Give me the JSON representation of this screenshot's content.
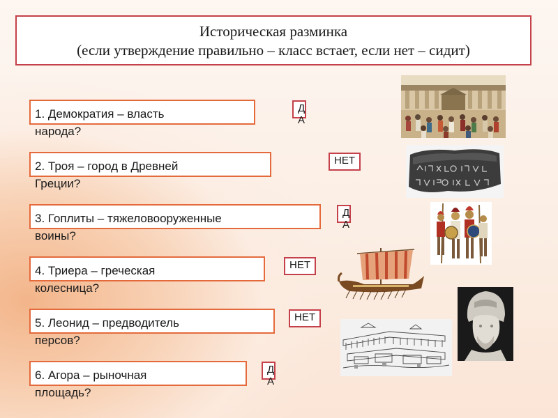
{
  "header": {
    "line1": "Историческая разминка",
    "line2": "(если утверждение правильно – класс встает, если нет – сидит)"
  },
  "questions": [
    {
      "line1": "1. Демократия – власть",
      "line2": "народа?",
      "answer": "ДА"
    },
    {
      "line1": "2. Троя – город в Древней",
      "line2": "Греции?",
      "answer": "НЕТ"
    },
    {
      "line1": "3. Гоплиты – тяжеловооруженные",
      "line2": "воины?",
      "answer": "ДА"
    },
    {
      "line1": "4. Триера – греческая",
      "line2": "колесница?",
      "answer": "НЕТ"
    },
    {
      "line1": "5. Леонид – предводитель",
      "line2": "персов?",
      "answer": "НЕТ"
    },
    {
      "line1": "6. Агора – рыночная",
      "line2": "площадь?",
      "answer": "ДА"
    }
  ],
  "colors": {
    "title_border": "#c4404a",
    "question_border": "#e46a3c",
    "answer_border": "#c4404a"
  },
  "images": [
    "agora-crowd-image",
    "inscription-fragment-image",
    "hoplite-warriors-image",
    "trireme-ship-image",
    "pericles-bust-image",
    "ancient-city-sketch-image"
  ]
}
